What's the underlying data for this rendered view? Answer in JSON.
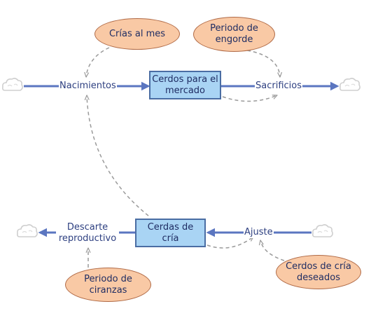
{
  "stocks": {
    "cerdos_mercado": "Cerdos para el mercado",
    "cerdas_cria": "Cerdas de cría"
  },
  "flows": {
    "nacimientos": "Nacimientos",
    "sacrificios": "Sacrificios",
    "ajuste": "Ajuste",
    "descarte": "Descarte\nreproductivo"
  },
  "auxiliaries": {
    "crias_mes": "Crías al mes",
    "periodo_engorde": "Periodo de\nengorde",
    "periodo_ciranzas": "Periodo de\nciranzas",
    "cerdas_deseadas": "Cerdos de cría\ndeseados"
  },
  "colors": {
    "flow_pipe": "#5b76c0",
    "link": "#9a9a9a",
    "stock_fill": "#a9d4f4",
    "aux_fill": "#f9c9a5",
    "cloud": "#d0d0d0"
  }
}
